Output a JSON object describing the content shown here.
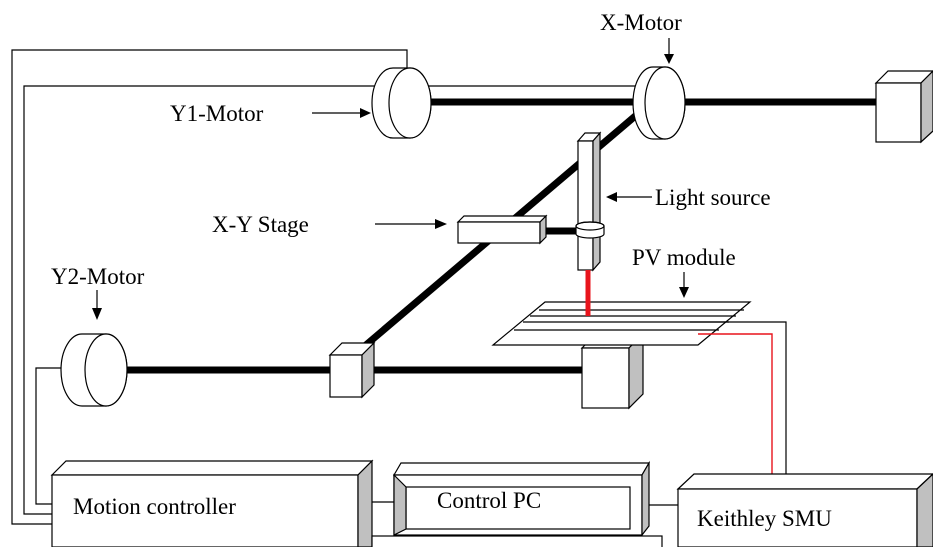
{
  "labels": {
    "x_motor": "X-Motor",
    "y1_motor": "Y1-Motor",
    "y2_motor": "Y2-Motor",
    "xy_stage": "X-Y Stage",
    "light_source": "Light source",
    "pv_module": "PV module",
    "motion_controller": "Motion controller",
    "control_pc": "Control PC",
    "keithley_smu": "Keithley SMU"
  },
  "colors": {
    "laser_beam": "#e8141c",
    "signal_wire": "#e8141c",
    "box_shade": "#c0c0c0",
    "line": "#000000"
  }
}
